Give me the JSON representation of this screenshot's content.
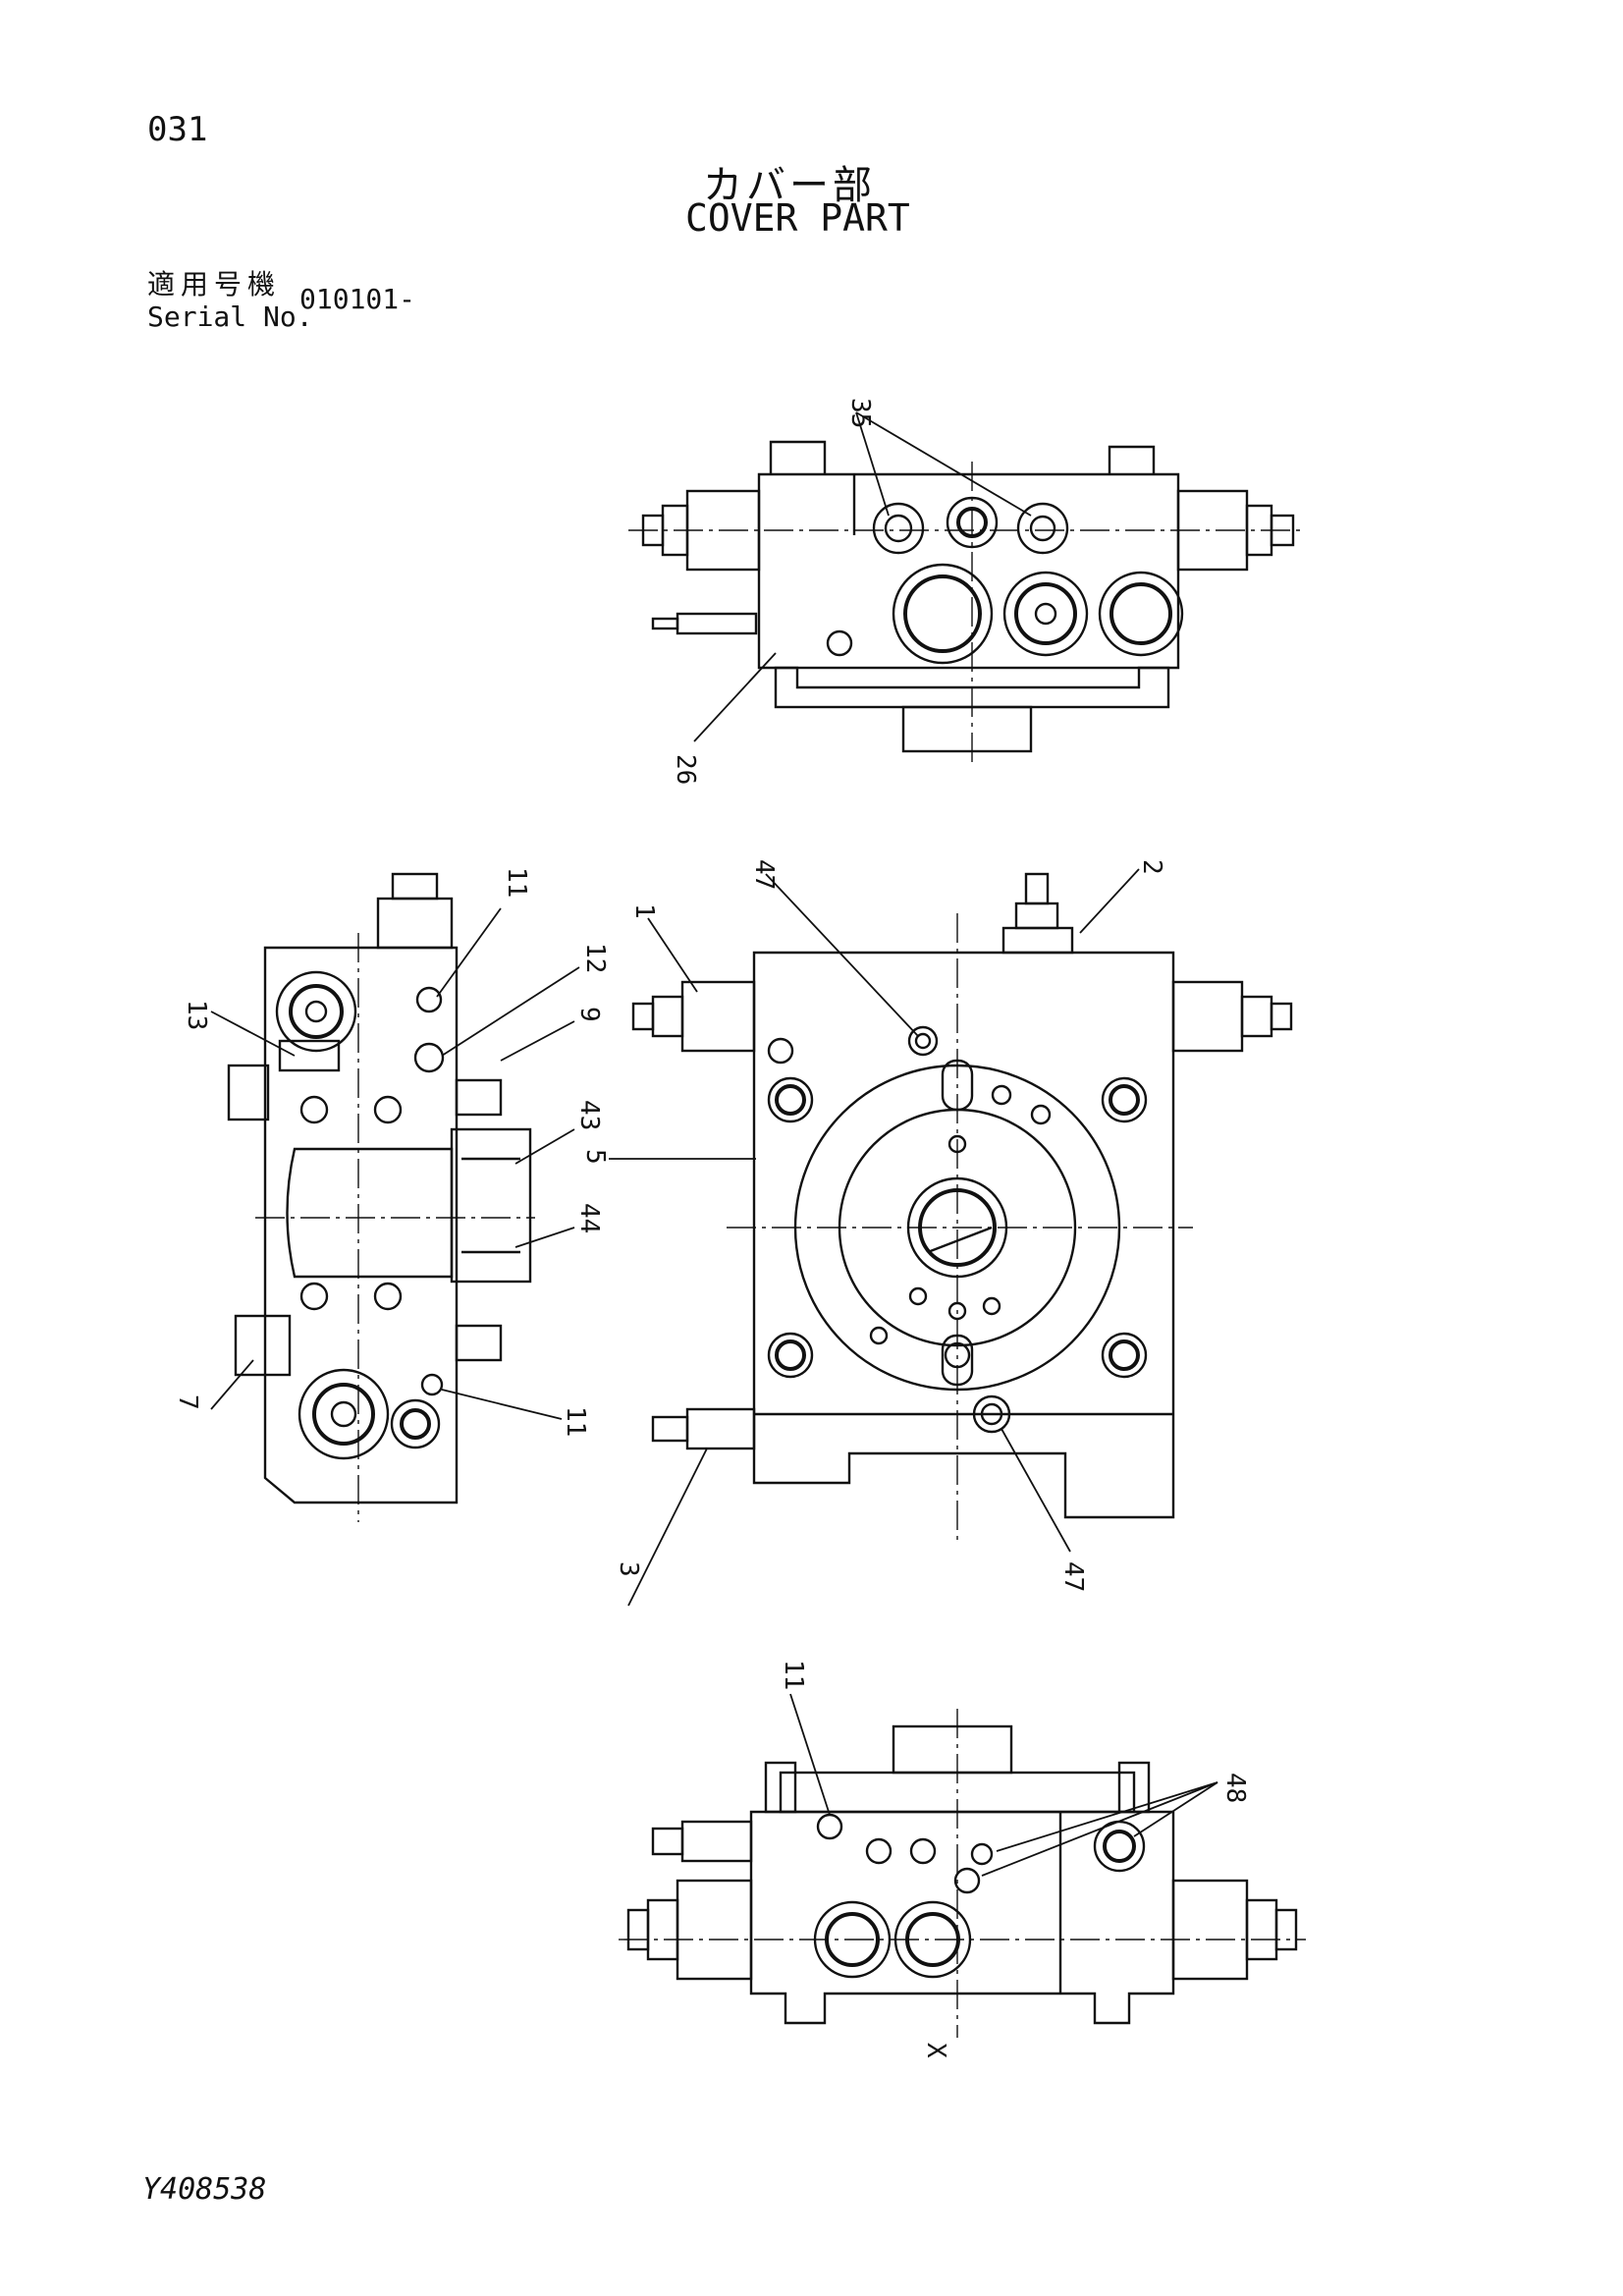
{
  "page_number": "031",
  "title_ja": "カバー部",
  "title_en": "COVER PART",
  "serial_label_ja": "適用号機",
  "serial_label_en": "Serial No.",
  "serial_value": "010101-",
  "document_code": "Y408538",
  "callouts": {
    "c35": "35",
    "c26": "26",
    "c47_top": "47",
    "c2": "2",
    "c1": "1",
    "c5": "5",
    "c3": "3",
    "c47_bottom": "47",
    "c11_a": "11",
    "c12": "12",
    "c9": "9",
    "c13": "13",
    "c43": "43",
    "c44": "44",
    "c7": "7",
    "c11_b": "11",
    "c11_c": "11",
    "c48": "48",
    "x_mark": "X"
  }
}
